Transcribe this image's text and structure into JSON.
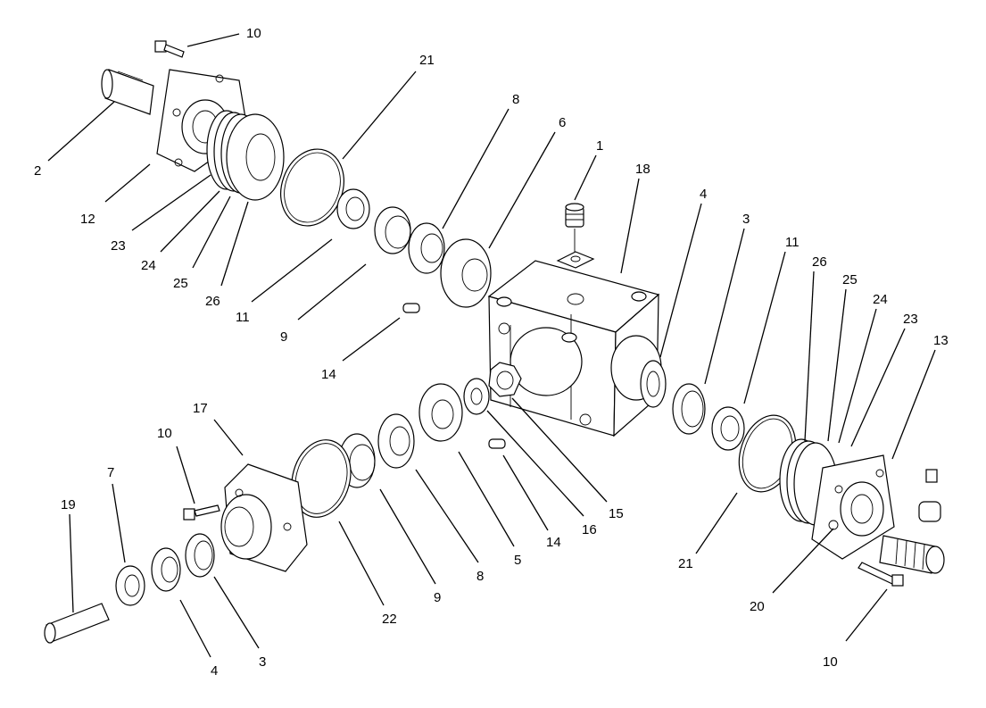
{
  "diagram": {
    "callouts": [
      {
        "id": "c1",
        "label": "10"
      },
      {
        "id": "c2",
        "label": "21"
      },
      {
        "id": "c3",
        "label": "8"
      },
      {
        "id": "c4",
        "label": "6"
      },
      {
        "id": "c5",
        "label": "1"
      },
      {
        "id": "c6",
        "label": "18"
      },
      {
        "id": "c7",
        "label": "4"
      },
      {
        "id": "c8",
        "label": "3"
      },
      {
        "id": "c9",
        "label": "11"
      },
      {
        "id": "c10",
        "label": "26"
      },
      {
        "id": "c11",
        "label": "25"
      },
      {
        "id": "c12",
        "label": "24"
      },
      {
        "id": "c13",
        "label": "23"
      },
      {
        "id": "c14",
        "label": "13"
      },
      {
        "id": "c15",
        "label": "2"
      },
      {
        "id": "c16",
        "label": "12"
      },
      {
        "id": "c17",
        "label": "23"
      },
      {
        "id": "c18",
        "label": "24"
      },
      {
        "id": "c19",
        "label": "25"
      },
      {
        "id": "c20",
        "label": "26"
      },
      {
        "id": "c21",
        "label": "11"
      },
      {
        "id": "c22",
        "label": "9"
      },
      {
        "id": "c23",
        "label": "14"
      },
      {
        "id": "c24",
        "label": "17"
      },
      {
        "id": "c25",
        "label": "10"
      },
      {
        "id": "c26",
        "label": "7"
      },
      {
        "id": "c27",
        "label": "19"
      },
      {
        "id": "c28",
        "label": "4"
      },
      {
        "id": "c29",
        "label": "3"
      },
      {
        "id": "c30",
        "label": "22"
      },
      {
        "id": "c31",
        "label": "9"
      },
      {
        "id": "c32",
        "label": "8"
      },
      {
        "id": "c33",
        "label": "5"
      },
      {
        "id": "c34",
        "label": "14"
      },
      {
        "id": "c35",
        "label": "16"
      },
      {
        "id": "c36",
        "label": "15"
      },
      {
        "id": "c37",
        "label": "21"
      },
      {
        "id": "c38",
        "label": "20"
      },
      {
        "id": "c39",
        "label": "10"
      }
    ]
  }
}
